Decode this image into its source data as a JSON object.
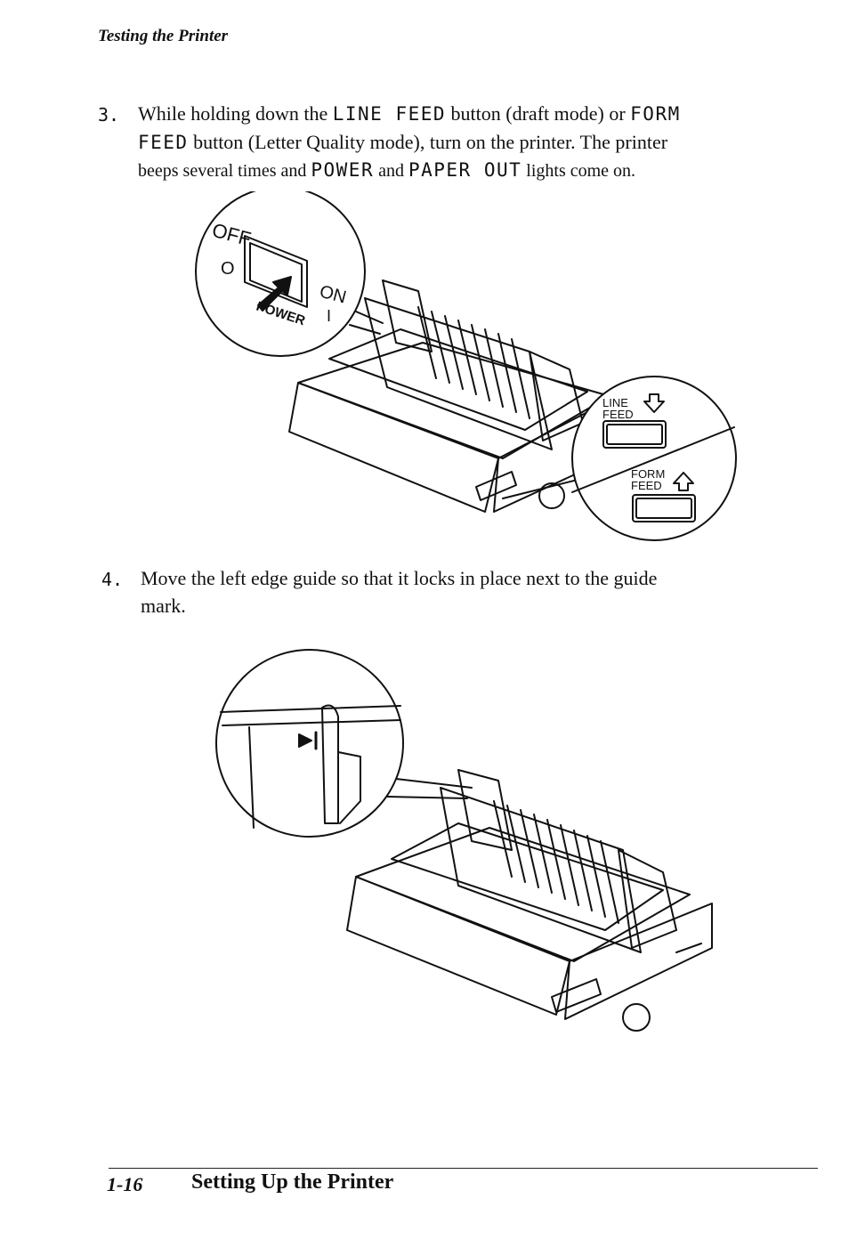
{
  "header": {
    "running_title": "Testing the Printer"
  },
  "step3": {
    "number": "3.",
    "t1": "While holding down the ",
    "k1": "LINE FEED",
    "t2": " button (draft mode) or ",
    "k2": "FORM",
    "k3": "FEED",
    "t3": " button (Letter Quality mode), turn on the printer. The printer",
    "t4": "beeps several times and ",
    "k4": "POWER",
    "t5": " and ",
    "k5": "PAPER OUT",
    "t6": " lights come on."
  },
  "figure1": {
    "switch_off": "OFF",
    "switch_off_symbol": "O",
    "switch_on": "ON",
    "switch_on_symbol": "I",
    "switch_power": "POWER",
    "line": "LINE",
    "feed": "FEED",
    "form": "FORM",
    "feed2": "FEED"
  },
  "step4": {
    "number": "4.",
    "line1": "Move the left edge guide so that it locks in place next to the guide",
    "line2": "mark."
  },
  "footer": {
    "page_number": "1-16",
    "chapter_title": "Setting Up the Printer"
  }
}
